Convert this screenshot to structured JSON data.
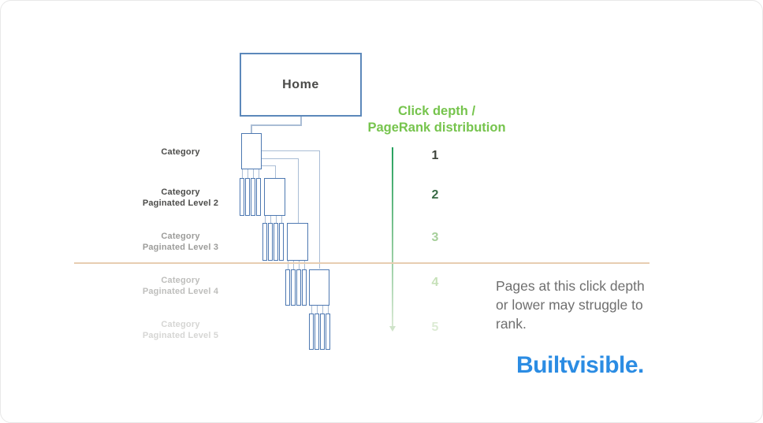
{
  "tree": {
    "home_label": "Home",
    "levels": [
      {
        "label": [
          "Category"
        ],
        "label_color": "#4c4c4a",
        "depth_number": "1",
        "depth_color": "#3d423b"
      },
      {
        "label": [
          "Category",
          "Paginated Level 2"
        ],
        "label_color": "#4c4c4a",
        "depth_number": "2",
        "depth_color": "#386b45"
      },
      {
        "label": [
          "Category",
          "Paginated Level 3"
        ],
        "label_color": "#9c9c9a",
        "depth_number": "3",
        "depth_color": "#a6cf9a"
      },
      {
        "label": [
          "Category",
          "Paginated Level 4"
        ],
        "label_color": "#bebebc",
        "depth_number": "4",
        "depth_color": "#c7e1b9"
      },
      {
        "label": [
          "Category",
          "Paginated Level 5"
        ],
        "label_color": "#d6d6d4",
        "depth_number": "5",
        "depth_color": "#dcebd4"
      }
    ]
  },
  "axis": {
    "title_line1": "Click depth /",
    "title_line2": "PageRank distribution",
    "title_color": "#76c44d"
  },
  "note": {
    "lines": [
      "Pages at this click depth",
      "or lower may struggle to",
      "rank."
    ]
  },
  "brand": {
    "name": "Builtvisible.",
    "color": "#2b8ce3"
  },
  "colors": {
    "box_border": "#4d78b1",
    "home_border": "#5c88ba",
    "connector_line": "#aabdd5",
    "threshold_line": "#e7cdb1",
    "axis_gradient_top": "#24a05c",
    "axis_gradient_bottom": "#d9e9d4"
  }
}
